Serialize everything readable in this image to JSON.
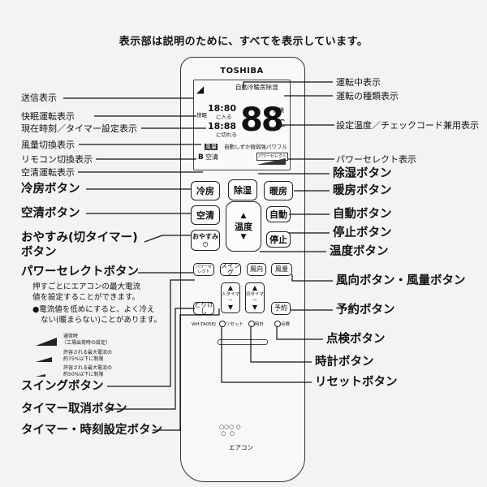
{
  "caption": "表示部は説明のために、すべてを表示しています。",
  "brand": "TOSHIBA",
  "model": "WH-TA05EJ",
  "remote_bottom_label": "エアコン",
  "lcd": {
    "power_mode": "自動冷暖房除湿",
    "clock": "18:80",
    "on_label": "に入る",
    "off_label": "に切れる",
    "clock2": "18:88",
    "sleep": "快眠",
    "temp": "88",
    "temp_unit": "℃",
    "check": "点検",
    "fan": "風量",
    "fan_modes": "自動しずか微弱強パワフル",
    "remote_switch": "B",
    "air_clean": "空清",
    "power_select": "パワーセレクト"
  },
  "buttons": {
    "cool": "冷房",
    "dry": "除湿",
    "heat": "暖房",
    "clean": "空清",
    "temp": "温度",
    "auto": "自動",
    "stop": "停止",
    "sleep_top": "おやすみ",
    "power_select": "パワーセレクト",
    "swing": "スイング",
    "direction": "風向",
    "volume": "風量",
    "enter": "入タイマー",
    "off_timer": "切タイマー",
    "reserve": "予約",
    "cancel": "とりけし",
    "reset": "リセット",
    "clock": "時計",
    "check": "点検"
  },
  "left_labels": {
    "send": "送信表示",
    "sleep_run": "快眠運転表示",
    "time": "現在時刻／タイマー設定表示",
    "fan_switch": "風量切換表示",
    "remote_switch": "リモコン切換表示",
    "clean_run": "空清運転表示",
    "cool_btn": "冷房ボタン",
    "clean_btn": "空清ボタン",
    "sleep_btn": "おやすみ(切タイマー)",
    "sleep_btn2": "ボタン",
    "power_btn": "パワーセレクトボタン",
    "swing_btn": "スイングボタン",
    "cancel_btn": "タイマー取消ボタン",
    "time_btn": "タイマー・時刻設定ボタン"
  },
  "right_labels": {
    "running": "運転中表示",
    "run_type": "運転の種類表示",
    "set_temp": "設定温度／チェックコード兼用表示",
    "power_disp": "パワーセレクト表示",
    "dry_btn": "除湿ボタン",
    "heat_btn": "暖房ボタン",
    "auto_btn": "自動ボタン",
    "stop_btn": "停止ボタン",
    "temp_btn": "温度ボタン",
    "dir_vol_btn": "風向ボタン・風量ボタン",
    "reserve_btn": "予約ボタン",
    "check_btn": "点検ボタン",
    "clock_btn": "時計ボタン",
    "reset_btn": "リセットボタン"
  },
  "power_note": {
    "line1": "押すごとにエアコンの最大電流",
    "line2": "値を設定することができます。",
    "line3": "●電流値を低めにすると、よく冷え",
    "line4": "ない(暖まらない)ことがあります。",
    "lv1a": "通常時",
    "lv1b": "（工場出荷時の設定）",
    "lv2a": "許容される最大電流の",
    "lv2b": "約75%以下に制限",
    "lv3a": "許容される最大電流の",
    "lv3b": "約50%以下に制限"
  }
}
